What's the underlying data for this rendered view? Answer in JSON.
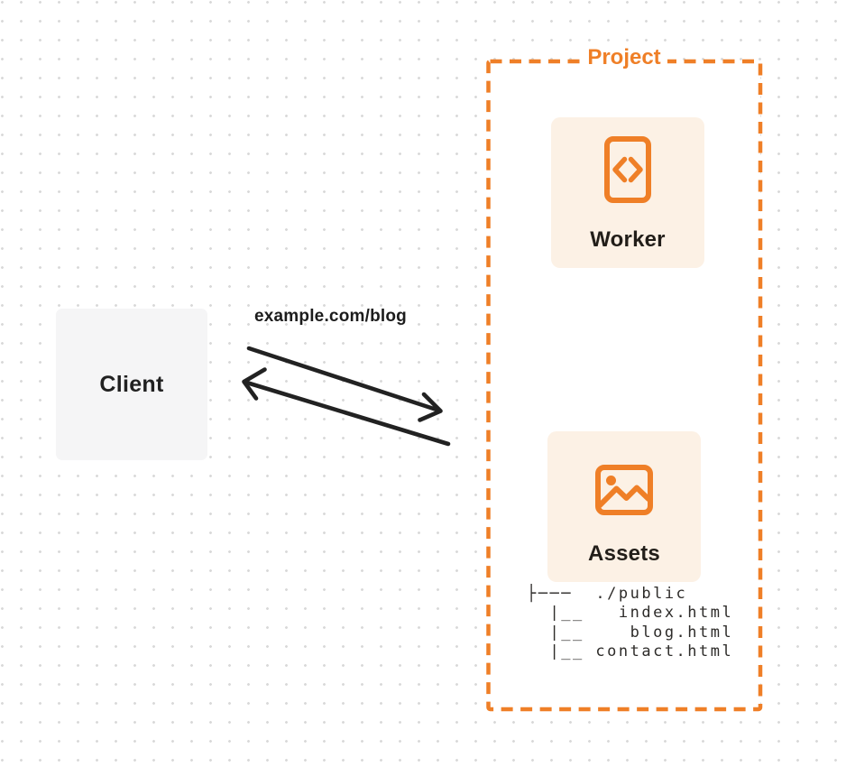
{
  "colors": {
    "accent": "#ef7f27",
    "card_bg": "#fcf1e5",
    "client_bg": "#f5f5f6",
    "arrow": "#222222",
    "text_dark": "#221e19",
    "dot": "#d9d9d9",
    "white": "#ffffff"
  },
  "client": {
    "label": "Client"
  },
  "request": {
    "label": "example.com/blog"
  },
  "project": {
    "label": "Project",
    "worker": {
      "label": "Worker",
      "icon": "code-file-icon"
    },
    "assets": {
      "label": "Assets",
      "icon": "image-icon"
    },
    "file_tree": {
      "lines": [
        "├───  ./public",
        "  |__   index.html",
        "  |__    blog.html",
        "  |__ contact.html"
      ]
    }
  }
}
